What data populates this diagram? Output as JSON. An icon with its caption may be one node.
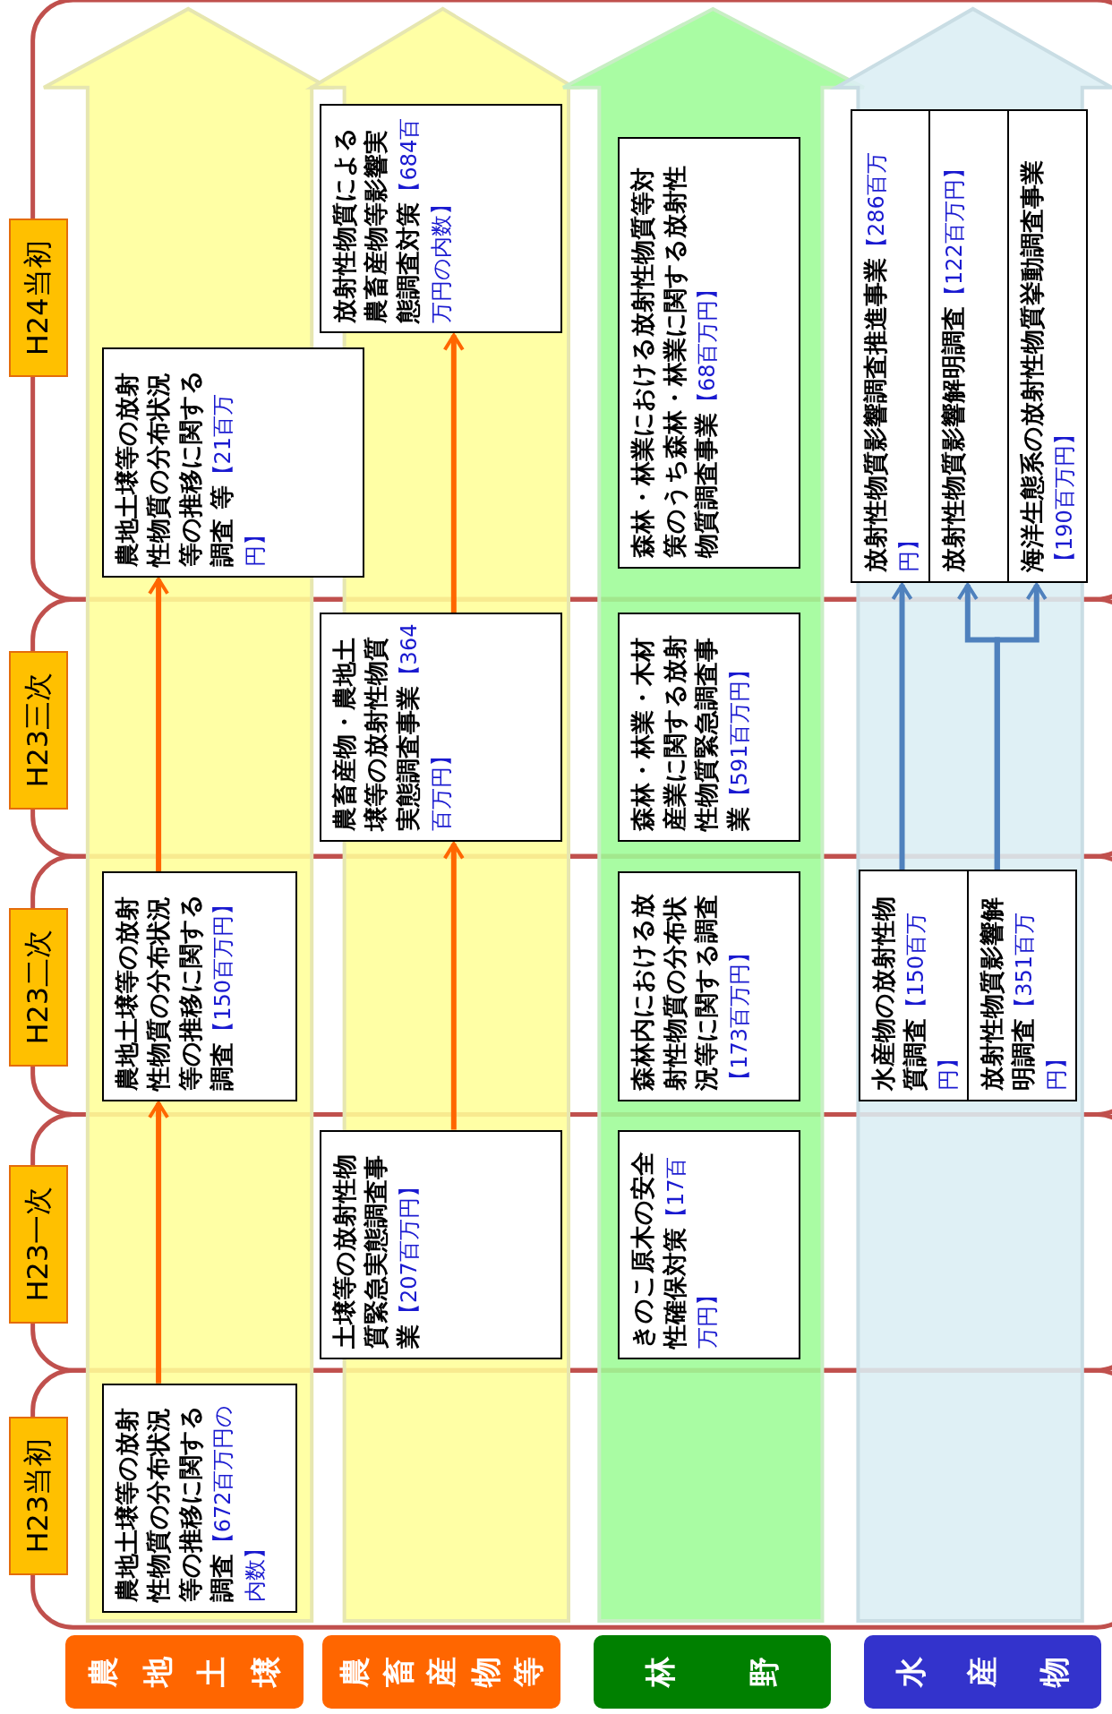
{
  "diagram": {
    "nodes": [
      {
        "text": [
          "H24当初"
        ]
      },
      {
        "text": [
          "H23三次"
        ]
      },
      {
        "text": [
          "H23二次"
        ]
      },
      {
        "text": [
          "H23一次"
        ]
      },
      {
        "text": [
          "H23当初"
        ]
      },
      {
        "text": [],
        "shape": "arrow"
      },
      {
        "text": [],
        "shape": "arrow"
      },
      {
        "text": [],
        "shape": "arrow"
      },
      {
        "text": [],
        "shape": "arrow"
      },
      {
        "text": [
          "農地土壌等の放射性物質の分布状況等の推移に関する調査 等",
          "【21百万円】"
        ]
      },
      {
        "text": [
          "放射性物質による農畜産物等影響実態調査対策",
          "【684百万円の内数】"
        ],
        "in": 6
      },
      {
        "text": [
          "森林・林業における放射性物質等対策のうち森林・林業に関する放射性物質調査事業",
          "【68百万円】"
        ],
        "in": 7
      },
      {
        "text": [
          "放射性物質影響調査推進事業",
          "【286百万円】"
        ],
        "in": 8
      },
      {
        "text": [
          "放射性物質影響解明調査",
          "【122百万円】"
        ],
        "in": 8
      },
      {
        "text": [
          "海洋生態系の放射性物質挙動調査事業",
          "【190百万円】"
        ],
        "in": 8
      },
      {
        "text": [
          "農畜産物・農地土壌等の放射性物質実態調査事業",
          "【364百万円】"
        ],
        "in": 6
      },
      {
        "text": [
          "森林・林業・木材産業に関する放射性物質緊急調査事業",
          "【591百万円】"
        ],
        "in": 7
      },
      {
        "text": [
          "農地土壌等の放射性物質の分布状況等の推移に関する調査",
          "【150百万円】"
        ],
        "in": 5
      },
      {
        "text": [
          "森林内における放射性物質の分布状況等に関する調査",
          "【173百万円】"
        ],
        "in": 7
      },
      {
        "text": [
          "水産物の放射性物質調査",
          "【150百万円】"
        ],
        "in": 8
      },
      {
        "text": [
          "放射性物質影響解明調査",
          "【351百万円】"
        ],
        "in": 8
      },
      {
        "text": [
          "土壌等の放射性物質緊急実態調査事業",
          "【207百万円】"
        ],
        "in": 6
      },
      {
        "text": [
          "きのこ原木の安全性確保対策",
          "【17百万円】"
        ],
        "in": 7
      },
      {
        "text": [
          "農地土壌等の放射性物質の分布状況等の推移に関する調査",
          "【672百万円の内数】"
        ],
        "in": 5
      },
      {
        "text": [
          "農地土壌"
        ]
      },
      {
        "text": [
          "農畜産物等"
        ]
      },
      {
        "text": [
          "林野"
        ]
      },
      {
        "text": [
          "水産物"
        ]
      }
    ],
    "edges": [
      {
        "from": 23,
        "to": 17,
        "arrow": "to"
      },
      {
        "from": 17,
        "to": 9,
        "arrow": "to"
      },
      {
        "from": 21,
        "to": 15,
        "arrow": "to"
      },
      {
        "from": 15,
        "to": 10,
        "arrow": "to"
      },
      {
        "from": 19,
        "to": 12,
        "arrow": "to",
        "color": "#4f81bd"
      },
      {
        "from": 20,
        "to": 13,
        "arrow": "to",
        "color": "#4f81bd"
      },
      {
        "from": 20,
        "to": 14,
        "arrow": "to",
        "color": "#4f81bd"
      }
    ]
  }
}
